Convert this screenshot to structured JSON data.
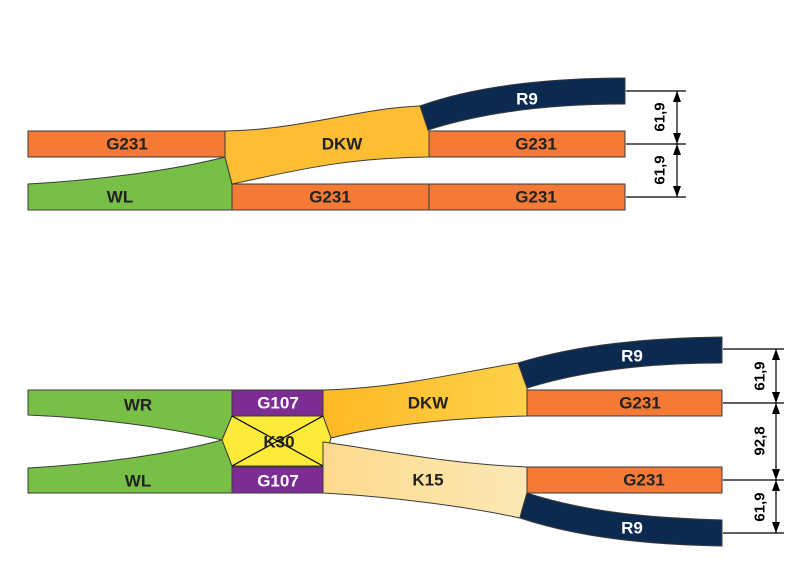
{
  "colors": {
    "straight": "#F47A35",
    "curve_right": "#0C2A4F",
    "dkw_top": "#FEBE34",
    "dkw_bottom_left": "#FEB927",
    "dkw_bottom_right": "#FDD15A",
    "turnout": "#78BF47",
    "short_straight": "#7B2D93",
    "crossing": "#FCEB38",
    "k15_left": "#FDDB8E",
    "k15_right": "#FCE7B0",
    "dark_label": "#222222",
    "light_label": "#ffffff"
  },
  "diagram_top": {
    "pieces": {
      "g231_left": "G231",
      "dkw": "DKW",
      "r9": "R9",
      "g231_mid_right": "G231",
      "wl": "WL",
      "g231_bottom_mid": "G231",
      "g231_bottom_right": "G231"
    },
    "dimensions": [
      "61,9",
      "61,9"
    ]
  },
  "diagram_bottom": {
    "pieces": {
      "wr": "WR",
      "g107_top": "G107",
      "dkw": "DKW",
      "r9_top": "R9",
      "g231_top": "G231",
      "k30": "K30",
      "wl": "WL",
      "g107_bottom": "G107",
      "k15": "K15",
      "g231_bottom": "G231",
      "r9_bottom": "R9"
    },
    "dimensions": [
      "61,9",
      "92,8",
      "61,9"
    ]
  }
}
